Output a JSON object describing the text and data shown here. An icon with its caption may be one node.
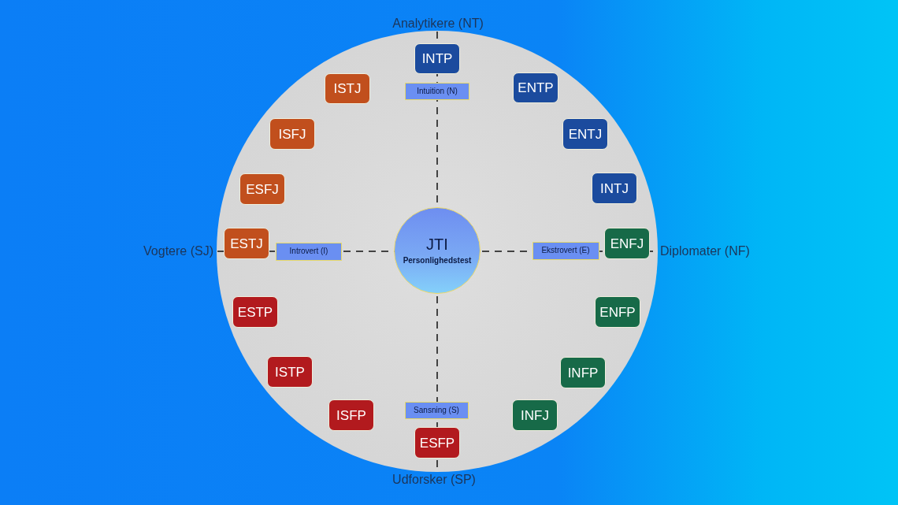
{
  "diagram": {
    "nodes": [
      {
        "text": [
          "INTP"
        ]
      },
      {
        "text": [
          "Intuition (N)"
        ]
      },
      {
        "text": [
          "ISTJ"
        ]
      },
      {
        "text": [
          "ENTP"
        ]
      },
      {
        "text": [
          "ISFJ"
        ]
      },
      {
        "text": [
          "ENTJ"
        ]
      },
      {
        "text": [
          "ESFJ"
        ]
      },
      {
        "text": [
          "INTJ"
        ]
      },
      {
        "text": [
          "ESTJ"
        ]
      },
      {
        "text": [
          "Introvert (I)"
        ]
      },
      {
        "text": [
          "JTI",
          "Personlighedstest"
        ]
      },
      {
        "text": [
          "Ekstrovert (E)"
        ]
      },
      {
        "text": [
          "ENFJ"
        ]
      },
      {
        "text": [
          "ESTP"
        ]
      },
      {
        "text": [
          "ENFP"
        ]
      },
      {
        "text": [
          "ISTP"
        ]
      },
      {
        "text": [
          "INFP"
        ]
      },
      {
        "text": [
          "ISFP"
        ]
      },
      {
        "text": [
          "Sansning (S)"
        ]
      },
      {
        "text": [
          "INFJ"
        ]
      },
      {
        "text": [
          "ESFP"
        ]
      }
    ],
    "labels": [
      "Analytikere (NT)",
      "Vogtere (SJ)",
      "Diplomater (NF)",
      "Udforsker (SP)"
    ]
  }
}
